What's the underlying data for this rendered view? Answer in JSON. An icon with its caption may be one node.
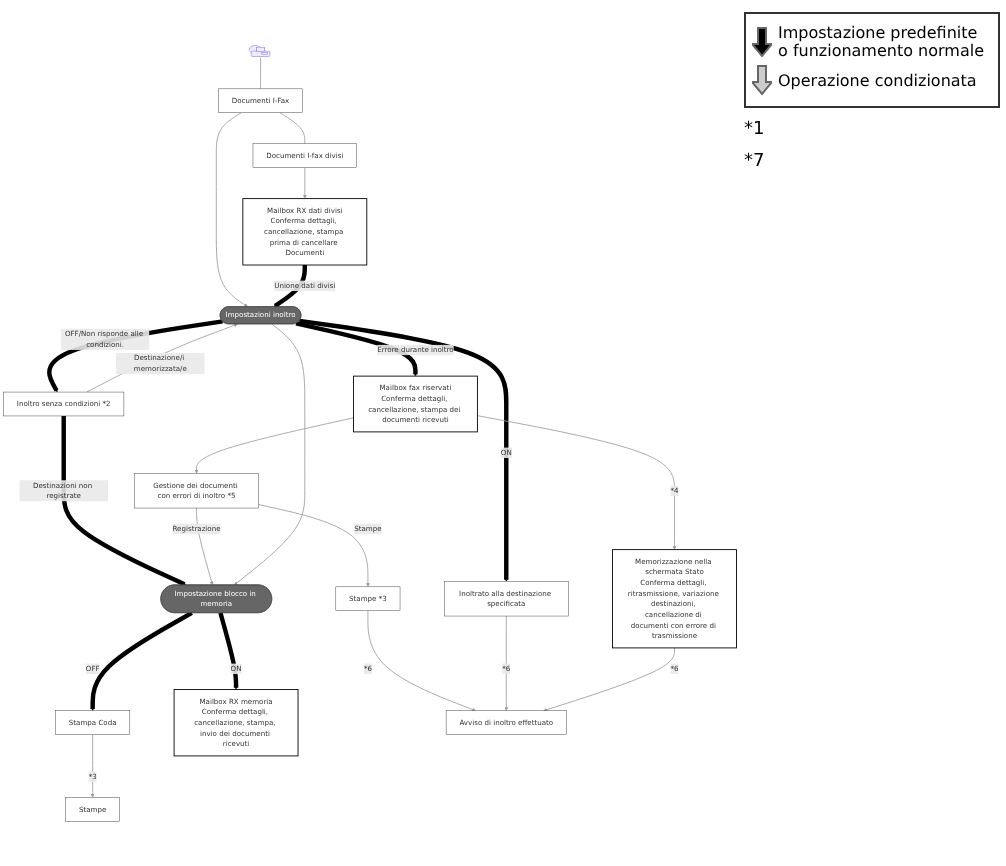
{
  "diagram": {
    "nodes": [
      {
        "text": [],
        "shape": "picture"
      },
      {
        "text": [
          "Documenti I-Fax"
        ]
      },
      {
        "text": [
          "Documenti I-fax divisi"
        ]
      },
      {
        "text": [
          "Mailbox RX dati divisi",
          "Conferma dettagli, cancellazione, stampa prima di cancellare Documenti"
        ]
      },
      {
        "text": [
          "Impostazioni inoltro"
        ]
      },
      {
        "text": [
          "Inoltrato alla destinazione specificata"
        ]
      },
      {
        "text": [
          "Mailbox fax riservati",
          "Conferma dettagli, cancellazione, stampa dei documenti ricevuti"
        ]
      },
      {
        "text": [
          "Inoltro senza condizioni *2"
        ]
      },
      {
        "text": [
          "Gestione dei documenti con errori di inoltro *5"
        ]
      },
      {
        "text": [
          "Impostazione blocco in memoria"
        ]
      },
      {
        "text": [
          "Stampa Coda"
        ]
      },
      {
        "text": [
          "Mailbox RX memoria",
          "Conferma dettagli, cancellazione, stampa, invio dei documenti ricevuti"
        ]
      },
      {
        "text": [
          "Stampe *3"
        ]
      },
      {
        "text": [
          "Memorizzazione nella schermata Stato",
          "Conferma dettagli, ritrasmissione, variazione destinazioni, cancellazione di documenti con errore di trasmissione"
        ]
      },
      {
        "text": [
          "Stampe"
        ]
      },
      {
        "text": [
          "Avviso di inoltro effettuato"
        ]
      }
    ],
    "edges": [
      {
        "from": 0,
        "to": 1,
        "arrow": "none"
      },
      {
        "from": 1,
        "to": 2,
        "arrow": "none"
      },
      {
        "from": 1,
        "to": 4,
        "arrow": "to"
      },
      {
        "from": 2,
        "to": 3,
        "arrow": "to"
      },
      {
        "from": 3,
        "to": 4,
        "arrow": "to",
        "label": "Unione dati divisi",
        "style": "thick",
        "color": "#000000"
      },
      {
        "from": 4,
        "to": 5,
        "arrow": "to",
        "label": "ON",
        "style": "thick",
        "color": "#000000"
      },
      {
        "from": 4,
        "to": 6,
        "arrow": "to",
        "label": "Errore durante inoltro",
        "style": "thick",
        "color": "#000000"
      },
      {
        "from": 4,
        "to": 7,
        "arrow": "to",
        "label": "OFF/Non risponde alle condizioni.",
        "style": "thick",
        "color": "#000000"
      },
      {
        "from": 7,
        "to": 4,
        "arrow": "to",
        "label": "Destinazione/i memorizzata/e"
      },
      {
        "from": 7,
        "to": 9,
        "arrow": "to",
        "label": "Destinazioni non registrate",
        "style": "thick",
        "color": "#000000"
      },
      {
        "from": 8,
        "to": 9,
        "arrow": "to",
        "label": "Registrazione"
      },
      {
        "from": 9,
        "to": 10,
        "arrow": "to",
        "label": "OFF",
        "style": "thick",
        "color": "#000000"
      },
      {
        "from": 9,
        "to": 11,
        "arrow": "to",
        "label": "ON",
        "style": "thick",
        "color": "#000000"
      },
      {
        "from": 10,
        "to": 14,
        "arrow": "to",
        "label": "*3"
      },
      {
        "from": 8,
        "to": 12,
        "arrow": "to",
        "label": "Stampe"
      },
      {
        "from": 12,
        "to": 15,
        "arrow": "to",
        "label": "*6"
      },
      {
        "from": 6,
        "to": 8,
        "arrow": "to"
      },
      {
        "from": 6,
        "to": 13,
        "arrow": "to",
        "label": "*4"
      },
      {
        "from": 4,
        "to": 9,
        "arrow": "to"
      },
      {
        "from": 5,
        "to": 15,
        "arrow": "to",
        "label": "*6"
      },
      {
        "from": 13,
        "to": 15,
        "arrow": "to",
        "label": "*6"
      }
    ],
    "labels": [
      "*1",
      "*7"
    ],
    "legend": [
      {
        "text": "Impostazione predefinite o funzionamento normale"
      },
      {
        "text": "Operazione condizionata"
      }
    ]
  }
}
